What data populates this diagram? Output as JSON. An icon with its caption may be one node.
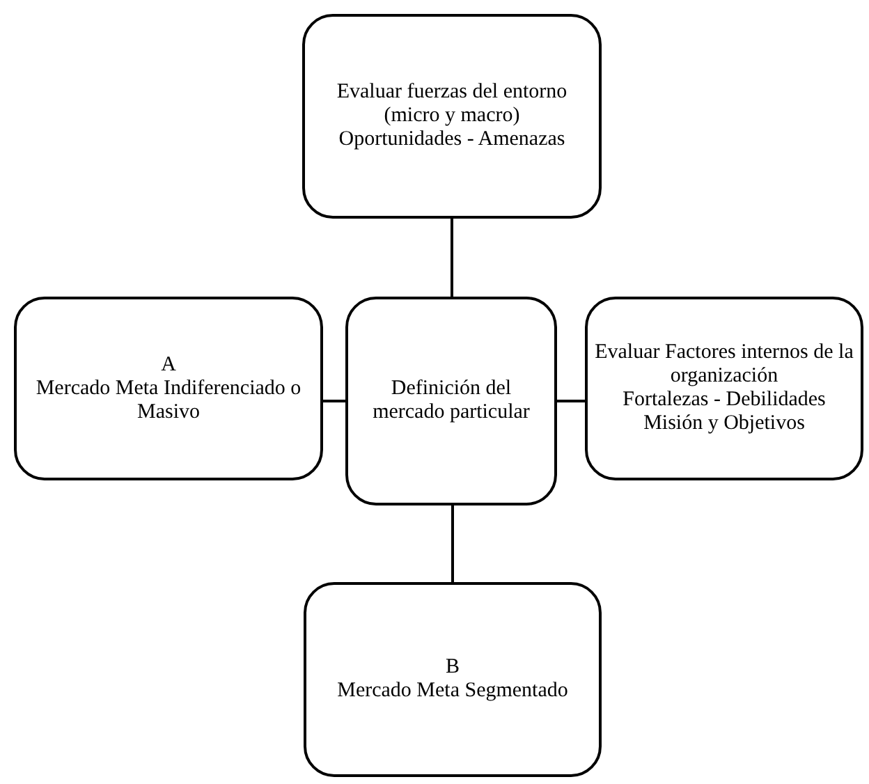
{
  "diagram": {
    "nodes": [
      {
        "text": [
          "Evaluar fuerzas del entorno (micro y macro)",
          "Oportunidades - Amenazas"
        ]
      },
      {
        "text": [
          "A",
          "Mercado Meta Indiferenciado o Masivo"
        ]
      },
      {
        "text": [
          "Definición del mercado particular"
        ]
      },
      {
        "text": [
          "Evaluar Factores internos de la organización",
          "Fortalezas - Debilidades",
          "Misión y Objetivos"
        ]
      },
      {
        "text": [
          "B",
          "Mercado Meta Segmentado"
        ]
      }
    ],
    "edges": [
      {
        "from": 2,
        "to": 0,
        "arrow": "none"
      },
      {
        "from": 2,
        "to": 1,
        "arrow": "none"
      },
      {
        "from": 2,
        "to": 3,
        "arrow": "none"
      },
      {
        "from": 2,
        "to": 4,
        "arrow": "none"
      }
    ]
  }
}
